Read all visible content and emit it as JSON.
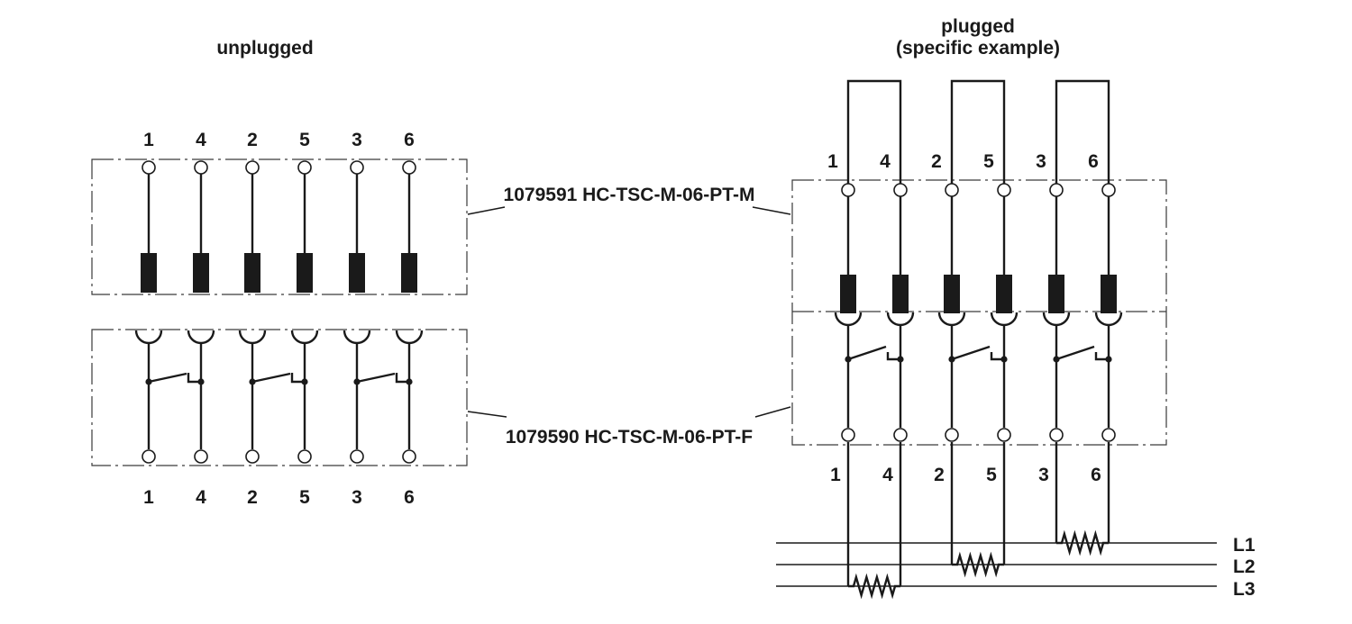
{
  "titles": {
    "unplugged": "unplugged",
    "plugged_line1": "plugged",
    "plugged_line2": "(specific example)"
  },
  "parts": {
    "male": "1079591 HC-TSC-M-06-PT-M",
    "female": "1079590 HC-TSC-M-06-PT-F"
  },
  "pin_numbers": [
    "1",
    "4",
    "2",
    "5",
    "3",
    "6"
  ],
  "phase_lines": [
    "L1",
    "L2",
    "L3"
  ]
}
